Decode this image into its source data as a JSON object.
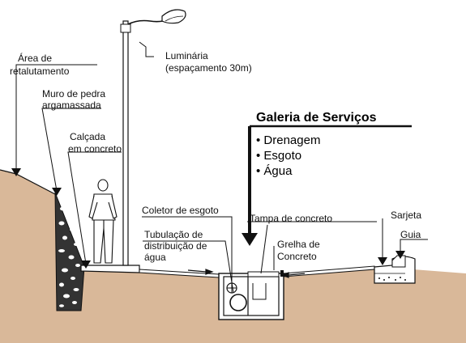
{
  "labels": {
    "area_line1": "Área de",
    "area_line2": "retalutamento",
    "muro_line1": "Muro de pedra",
    "muro_line2": "argamassada",
    "calcada_line1": "Calçada",
    "calcada_line2": "em concreto",
    "luminaria_line1": "Luminária",
    "luminaria_line2": "(espaçamento 30m)",
    "coletor": "Coletor de esgoto",
    "tub_line1": "Tubulação de",
    "tub_line2": "distribuição de",
    "tub_line3": "água",
    "tampa": "Tampa de concreto",
    "sarjeta": "Sarjeta",
    "guia": "Guia",
    "grelha_line1": "Grelha de",
    "grelha_line2": "Concreto"
  },
  "gallery": {
    "title": "Galeria de Serviços",
    "items": [
      "• Drenagem",
      "• Esgoto",
      "• Água"
    ]
  },
  "colors": {
    "soil": "#d9b899",
    "line": "#111111",
    "road": "#ffffff"
  }
}
